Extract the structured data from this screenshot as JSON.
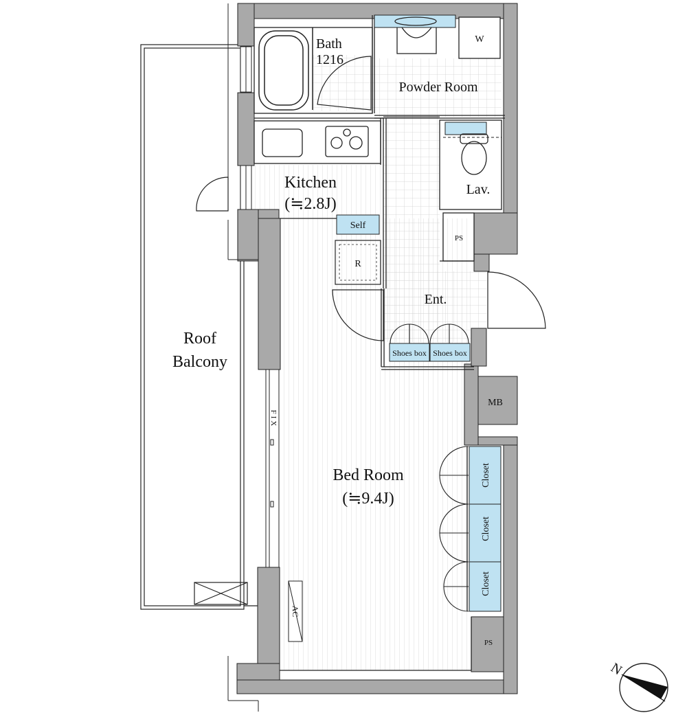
{
  "rooms": {
    "bath_name": "Bath",
    "bath_size": "1216",
    "powder_room": "Powder Room",
    "washer": "W",
    "kitchen_name": "Kitchen",
    "kitchen_area": "(≒2.8J)",
    "lavatory": "Lav.",
    "self_shelf": "Self",
    "refrigerator": "R",
    "pipe_space_upper": "PS",
    "entrance": "Ent.",
    "shoes_box_left": "Shoes box",
    "shoes_box_right": "Shoes box",
    "meter_box": "MB",
    "roof_balcony_line1": "Roof",
    "roof_balcony_line2": "Balcony",
    "fix_window": "FIX",
    "bed_room_name": "Bed Room",
    "bed_room_area": "(≒9.4J)",
    "closet_1": "Closet",
    "closet_2": "Closet",
    "closet_3": "Closet",
    "air_conditioner": "AC",
    "pipe_space_lower": "PS"
  },
  "compass": {
    "north_label": "N"
  },
  "colors": {
    "wall": "#a9a9a9",
    "fixture_blue": "#bfe2f2",
    "line": "#222222",
    "tile": "#c8c8c8"
  }
}
